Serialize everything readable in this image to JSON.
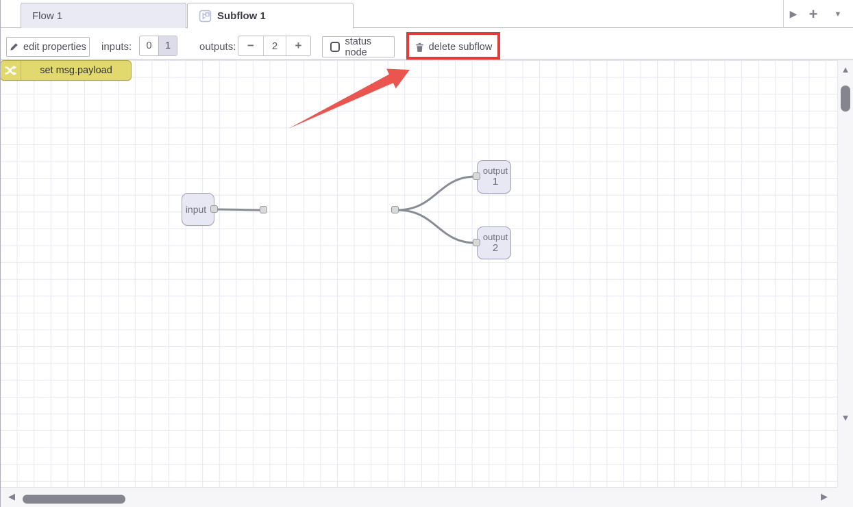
{
  "tabbar": {
    "tabs": [
      {
        "label": "Flow 1",
        "active": false
      },
      {
        "label": "Subflow 1",
        "active": true
      }
    ]
  },
  "icons": {
    "tab_scroll": "▶",
    "add_flow": "+",
    "flow_menu": "▼",
    "minus": "−",
    "plus": "+",
    "scroll_up": "▲",
    "scroll_down": "▼",
    "scroll_left": "◀",
    "scroll_right": "▶"
  },
  "toolbar": {
    "edit_properties_label": "edit properties",
    "inputs_label": "inputs:",
    "inputs_option_0": "0",
    "inputs_option_1": "1",
    "inputs_selected": "1",
    "outputs_label": "outputs:",
    "outputs_value": "2",
    "status_node_label": "status node",
    "status_node_checked": "false",
    "delete_subflow_label": "delete subflow"
  },
  "canvas": {
    "nodes": {
      "input": {
        "label": "input"
      },
      "change": {
        "label": "set msg.payload",
        "color": "#e2d96e"
      },
      "output_1": {
        "label": "output",
        "number": "1"
      },
      "output_2": {
        "label": "output",
        "number": "2"
      }
    }
  },
  "annotation": {
    "highlight_color": "#e13c3a",
    "arrow_color": "#ea5550"
  }
}
